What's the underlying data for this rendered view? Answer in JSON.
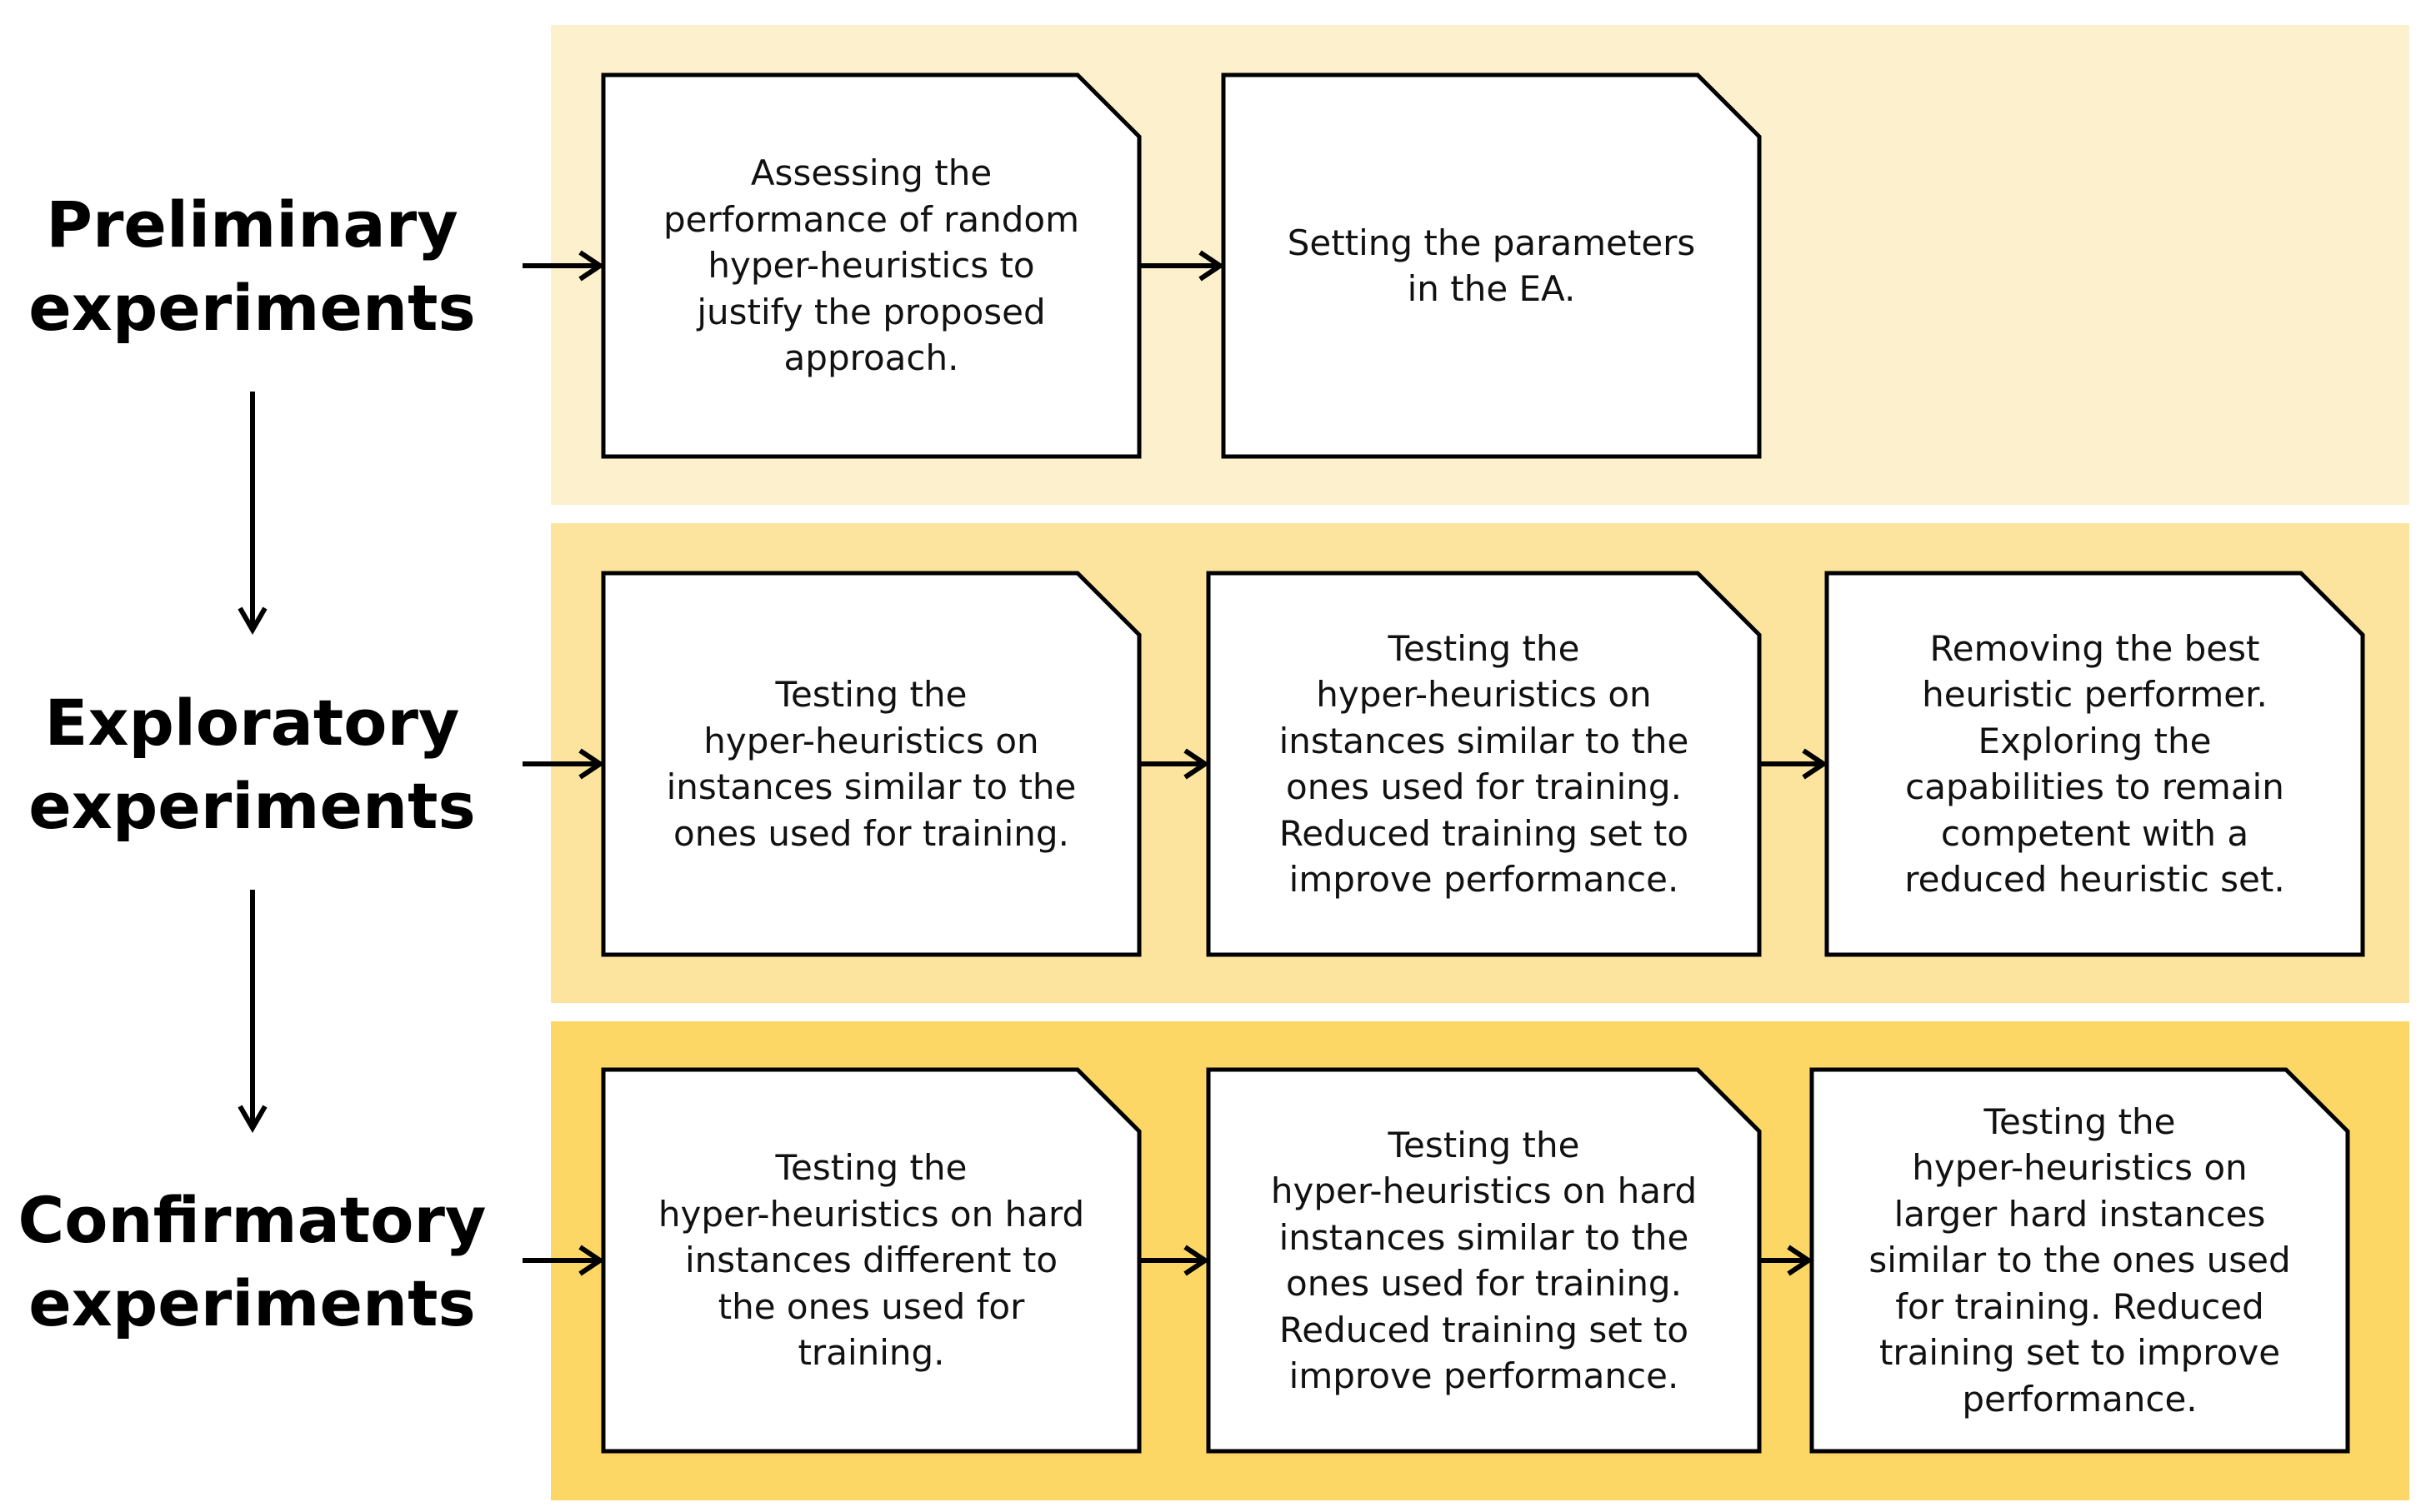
{
  "phases": [
    {
      "label": "Preliminary\nexperiments",
      "boxes": [
        "Assessing the\nperformance of random\nhyper-heuristics to\njustify the proposed\napproach.",
        "Setting the parameters\nin the EA."
      ]
    },
    {
      "label": "Exploratory\nexperiments",
      "boxes": [
        "Testing the\nhyper-heuristics on\ninstances similar to the\nones used for training.",
        "Testing the\nhyper-heuristics on\ninstances similar to the\nones used for training.\nReduced training set to\nimprove performance.",
        "Removing the best\nheuristic performer.\nExploring the\ncapabilities to remain\ncompetent with a\nreduced heuristic set."
      ]
    },
    {
      "label": "Confirmatory\nexperiments",
      "boxes": [
        "Testing the\nhyper-heuristics on hard\ninstances different to\nthe ones used for\ntraining.",
        "Testing the\nhyper-heuristics on hard\ninstances similar to the\nones used for training.\nReduced training set to\nimprove performance.",
        "Testing the\nhyper-heuristics on\nlarger hard instances\nsimilar to the ones used\nfor training. Reduced\ntraining set to improve\nperformance."
      ]
    }
  ],
  "colors": {
    "band_light": "#fdf0cc",
    "band_medium": "#fde49e",
    "band_strong": "#fdd766",
    "box_fill": "#ffffff",
    "stroke": "#000000"
  }
}
